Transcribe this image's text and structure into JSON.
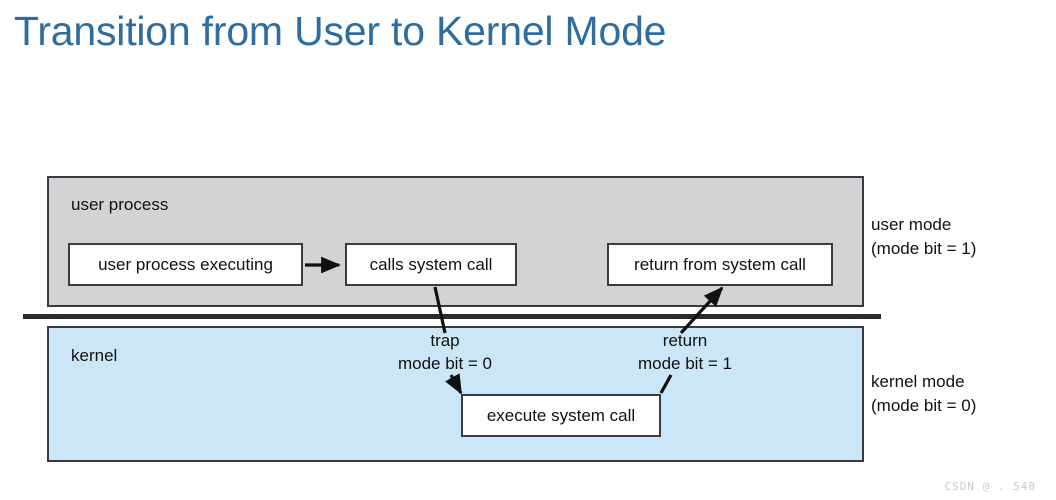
{
  "slide": {
    "title": "Transition from User to Kernel Mode",
    "title_color": "#2E6D9E"
  },
  "diagram": {
    "user_band": {
      "label": "user process",
      "fill_color": "#d2d3d4",
      "boxes": [
        {
          "id": "user-process-executing",
          "label": "user process executing"
        },
        {
          "id": "calls-system-call",
          "label": "calls system call"
        },
        {
          "id": "return-from-system-call",
          "label": "return from system call"
        }
      ]
    },
    "kernel_band": {
      "label": "kernel",
      "fill_color": "#cbe7f7",
      "boxes": [
        {
          "id": "execute-system-call",
          "label": "execute system call"
        }
      ]
    },
    "annotations": [
      {
        "id": "trap",
        "line1": "trap",
        "line2": "mode bit = 0"
      },
      {
        "id": "return",
        "line1": "return",
        "line2": "mode bit = 1"
      }
    ],
    "mode_legends": [
      {
        "id": "user-mode",
        "line1": "user mode",
        "line2": "(mode bit = 1)"
      },
      {
        "id": "kernel-mode",
        "line1": "kernel mode",
        "line2": "(mode bit = 0)"
      }
    ],
    "divider_color": "#2b2b2f",
    "stroke_color": "#3a3a3f"
  },
  "watermark": {
    "text": "CSDN @ . 548"
  }
}
